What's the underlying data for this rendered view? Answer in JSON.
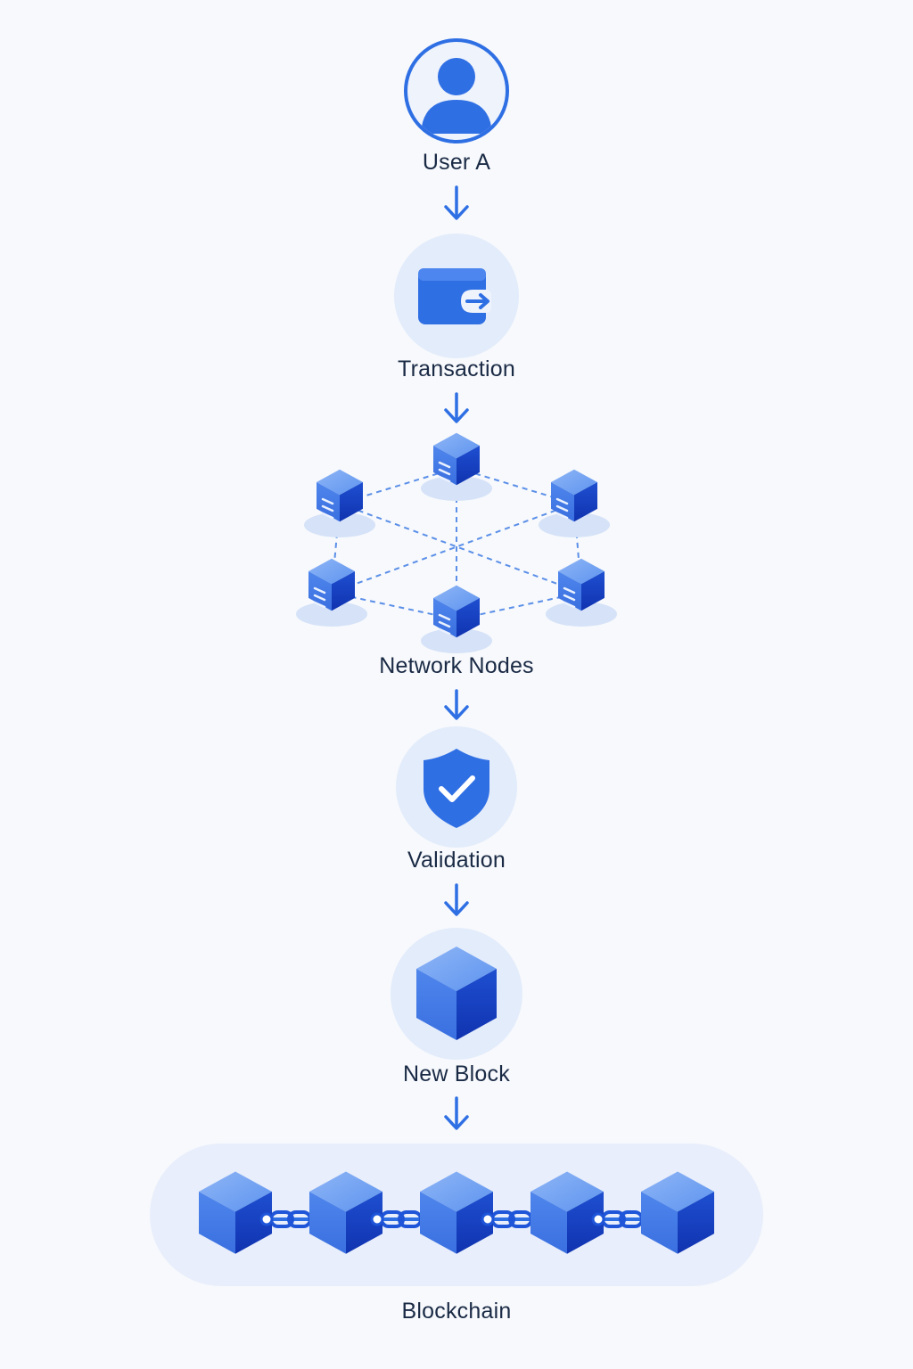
{
  "diagram": {
    "steps": [
      {
        "label": "User A",
        "icon": "user-icon"
      },
      {
        "label": "Transaction",
        "icon": "wallet-icon"
      },
      {
        "label": "Network Nodes",
        "icon": "network-nodes-icon"
      },
      {
        "label": "Validation",
        "icon": "shield-check-icon"
      },
      {
        "label": "New Block",
        "icon": "block-cube-icon"
      },
      {
        "label": "Blockchain",
        "icon": "blockchain-icon"
      }
    ],
    "colors": {
      "primary": "#2f6fe4",
      "dark": "#1237b8",
      "light_circle": "#e6eefb",
      "text": "#1a2a45"
    }
  }
}
